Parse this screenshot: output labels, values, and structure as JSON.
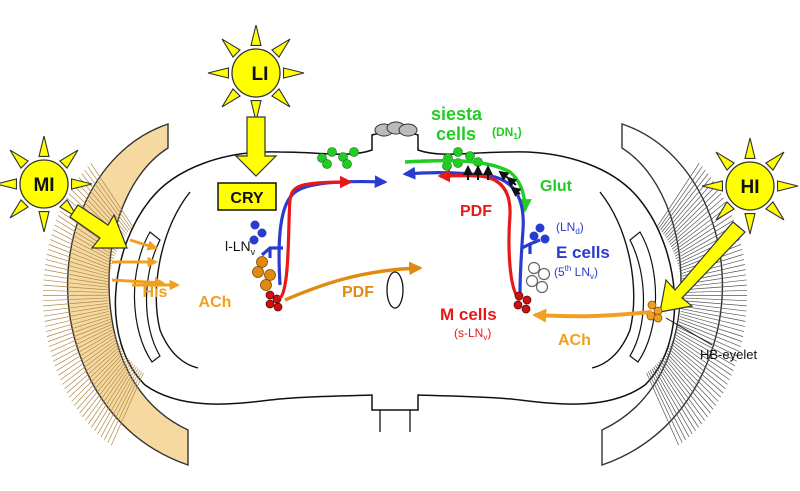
{
  "light_labels": {
    "mi": "MI",
    "li": "LI",
    "hi": "HI"
  },
  "cry_label": "CRY",
  "left_labels": {
    "i_ln_main": "l-LN",
    "i_ln_sub": "v",
    "his": "His",
    "ach": "ACh",
    "pdf": "PDF"
  },
  "top_labels": {
    "siesta": "siesta",
    "cells": "cells",
    "dn_open": "(DN",
    "dn_sub": "1",
    "dn_close": ")",
    "glut": "Glut",
    "pdf": "PDF"
  },
  "right_labels": {
    "lnd_open": "(LN",
    "lnd_sub": "d",
    "lnd_close": ")",
    "e_cells": "E cells",
    "fifth_open": "(5",
    "fifth_sup": "th",
    "fifth_mid": " LN",
    "fifth_sub": "v",
    "fifth_close": ")",
    "m_cells": "M cells",
    "sln_open": "(s-LN",
    "sln_sub": "v",
    "sln_close": ")",
    "ach": "ACh",
    "hb_eyelet": "HB-eyelet"
  },
  "colors": {
    "sun_yellow": "#ffff00",
    "retina_tan": "#f5d9a0",
    "blue": "#2a3cd0",
    "red": "#e81818",
    "green": "#22cc22",
    "orange": "#f0a020",
    "dark_orange": "#e08a10",
    "black": "#111111"
  }
}
